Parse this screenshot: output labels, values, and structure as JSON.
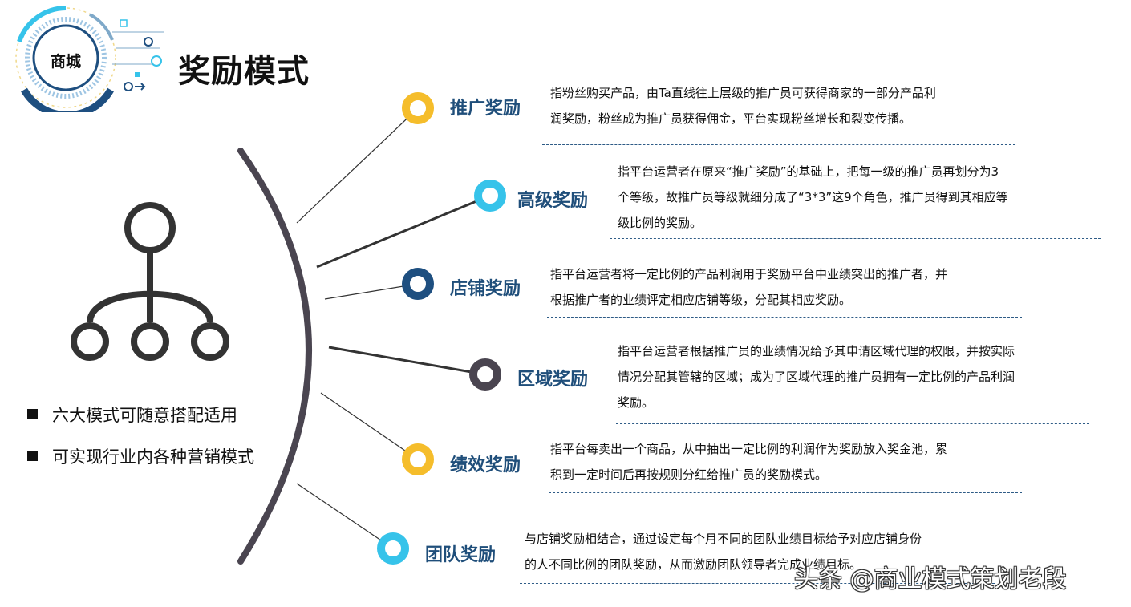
{
  "header": {
    "logo_text": "商城",
    "title": "奖励模式"
  },
  "colors": {
    "yellow": "#f5bd2b",
    "cyan": "#36c3ea",
    "navy": "#1e4f80",
    "gray": "#4a4550",
    "label": "#1f4e7a",
    "rule": "#2e5b86"
  },
  "icon": "hierarchy-tree-icon",
  "rewards": [
    {
      "label": "推广奖励",
      "color": "yellow",
      "lines": [
        "指粉丝购买产品，由Ta直线往上层级的推广员可获得商家的一部分产品利",
        "润奖励，粉丝成为推广员获得佣金，平台实现粉丝增长和裂变传播。"
      ]
    },
    {
      "label": "高级奖励",
      "color": "cyan",
      "lines": [
        "指平台运营者在原来“推广奖励”的基础上，把每一级的推广员再划分为3",
        "个等级，故推广员等级就细分成了“3*3”这9个角色，推广员得到其相应等",
        "级比例的奖励。"
      ]
    },
    {
      "label": "店铺奖励",
      "color": "navy",
      "lines": [
        "指平台运营者将一定比例的产品利润用于奖励平台中业绩突出的推广者，并",
        "根据推广者的业绩评定相应店铺等级，分配其相应奖励。"
      ]
    },
    {
      "label": "区域奖励",
      "color": "gray",
      "lines": [
        "指平台运营者根据推广员的业绩情况给予其申请区域代理的权限，并按实际",
        "情况分配其管辖的区域；成为了区域代理的推广员拥有一定比例的产品利润",
        "奖励。"
      ]
    },
    {
      "label": "绩效奖励",
      "color": "yellow",
      "lines": [
        "指平台每卖出一个商品，从中抽出一定比例的利润作为奖励放入奖金池，累",
        "积到一定时间后再按规则分红给推广员的奖励模式。"
      ]
    },
    {
      "label": "团队奖励",
      "color": "cyan",
      "lines": [
        "与店铺奖励相结合，通过设定每个月不同的团队业绩目标给予对应店铺身份",
        "的人不同比例的团队奖励，从而激励团队领导者完成业绩目标。"
      ]
    }
  ],
  "bullets": [
    "六大模式可随意搭配适用",
    "可实现行业内各种营销模式"
  ],
  "watermark": "头条 @商业模式策划老段"
}
